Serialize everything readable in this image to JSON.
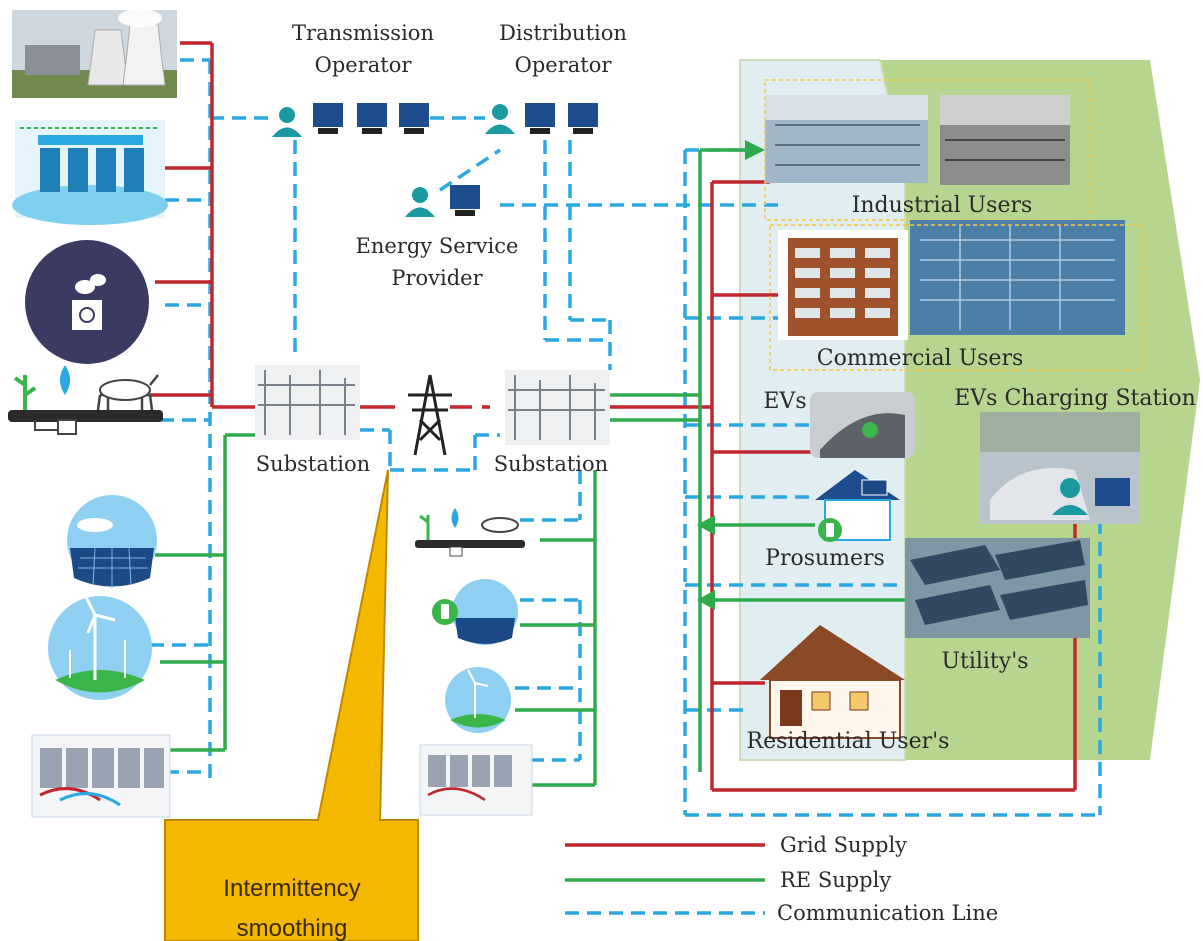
{
  "labels": {
    "transmission_operator": [
      "Transmission",
      "Operator"
    ],
    "distribution_operator": [
      "Distribution",
      "Operator"
    ],
    "energy_service_provider": [
      "Energy Service",
      "Provider"
    ],
    "substation_left": "Substation",
    "substation_right": "Substation",
    "industrial_users": "Industrial Users",
    "commercial_users": "Commercial Users",
    "evs": "EVs",
    "evs_charging_station": "EVs Charging Station",
    "prosumers": "Prosumers",
    "utilitys": "Utility's",
    "residential_users": "Residential User's"
  },
  "legend": [
    {
      "label": "Grid Supply",
      "color": "#c0272d",
      "style": "solid"
    },
    {
      "label": "RE Supply",
      "color": "#2eab4b",
      "style": "solid"
    },
    {
      "label": "Communication Line",
      "color": "#2aa8e0",
      "style": "dashed"
    }
  ],
  "callout": {
    "text": [
      "Intermittency",
      "smoothing"
    ],
    "fill": "#f5b800",
    "stroke": "#c08a00"
  },
  "colors": {
    "grid_supply": "#c0272d",
    "re_supply": "#2eab4b",
    "communication": "#2aa8e0",
    "consumer_panel": "#8fc15a"
  }
}
